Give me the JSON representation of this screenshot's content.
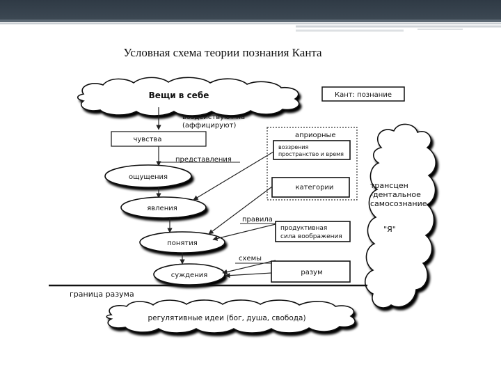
{
  "title": "Условная схема теории познания Канта",
  "diagram": {
    "things_in_themselves": "Вещи в себе",
    "kant_cognition": "Кант: познание",
    "affect_line1": "воздействуют на",
    "affect_line2": "(аффицируют)",
    "senses": "чувства",
    "representations": "представления",
    "sensations": "ощущения",
    "phenomena": "явления",
    "concepts": "понятия",
    "judgments": "суждения",
    "a_priori": "априорные",
    "space_time_line1": "воззрения",
    "space_time_line2": "пространство и время",
    "categories": "категории",
    "rules": "правила",
    "imagination_line1": "продуктивная",
    "imagination_line2": "сила воображения",
    "schemes": "схемы",
    "reason": "разум",
    "transcendental_line1": "трансцен",
    "transcendental_line2": "-дентальное",
    "transcendental_line3": "самосознание",
    "self": "\"Я\"",
    "boundary_of_reason": "граница разума",
    "regulative_ideas": "регулятивные идеи (бог, душа, свобода)"
  }
}
